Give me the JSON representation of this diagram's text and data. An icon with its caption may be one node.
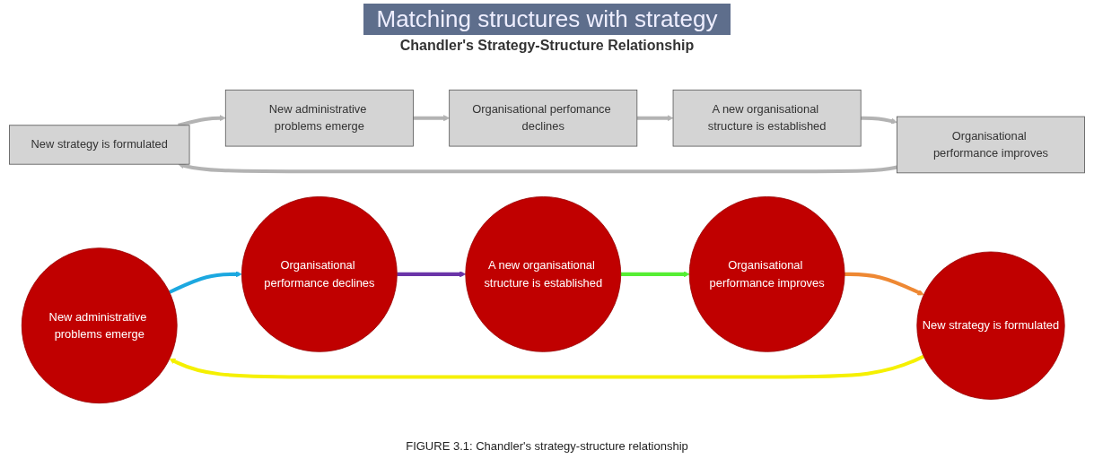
{
  "diagram": {
    "title": "Matching structures with strategy",
    "caption": "FIGURE 3.1: Chandler's strategy-structure relationship",
    "nodes": [
      {
        "text": [
          "New strategy is formulated"
        ]
      },
      {
        "text": [
          "New administrative problems emerge"
        ]
      },
      {
        "text": [
          "Organisational perfomance declines"
        ]
      },
      {
        "text": [
          "Organisational performance improves"
        ]
      },
      {
        "text": [
          "A new organisational structure is established"
        ]
      },
      {
        "text": [
          "New administrative problems emerge"
        ]
      },
      {
        "text": [
          "New strategy is formulated"
        ]
      },
      {
        "text": [
          "Organisational performance declines"
        ]
      },
      {
        "text": [
          "Organisational performance improves"
        ]
      },
      {
        "text": [
          "A new organisational structure is established"
        ]
      }
    ],
    "edges": [
      {
        "from": 0,
        "to": 1,
        "arrow": "to",
        "color": "#b3b3b3"
      },
      {
        "from": 1,
        "to": 2,
        "arrow": "to",
        "color": "#b3b3b3"
      },
      {
        "from": 2,
        "to": 4,
        "arrow": "to",
        "color": "#b3b3b3"
      },
      {
        "from": 4,
        "to": 3,
        "arrow": "to",
        "color": "#b3b3b3"
      },
      {
        "from": 3,
        "to": 0,
        "arrow": "to",
        "color": "#b3b3b3"
      },
      {
        "from": 6,
        "to": 5,
        "arrow": "to",
        "color": "#f5f000"
      },
      {
        "from": 5,
        "to": 7,
        "arrow": "to",
        "color": "#1ca8e0"
      },
      {
        "from": 7,
        "to": 9,
        "arrow": "to",
        "color": "#6a34a8"
      },
      {
        "from": 9,
        "to": 8,
        "arrow": "to",
        "color": "#55ee33"
      },
      {
        "from": 8,
        "to": 6,
        "arrow": "to",
        "color": "#ee8833"
      }
    ],
    "labels": [
      "Chandler's Strategy-Structure Relationship"
    ]
  }
}
